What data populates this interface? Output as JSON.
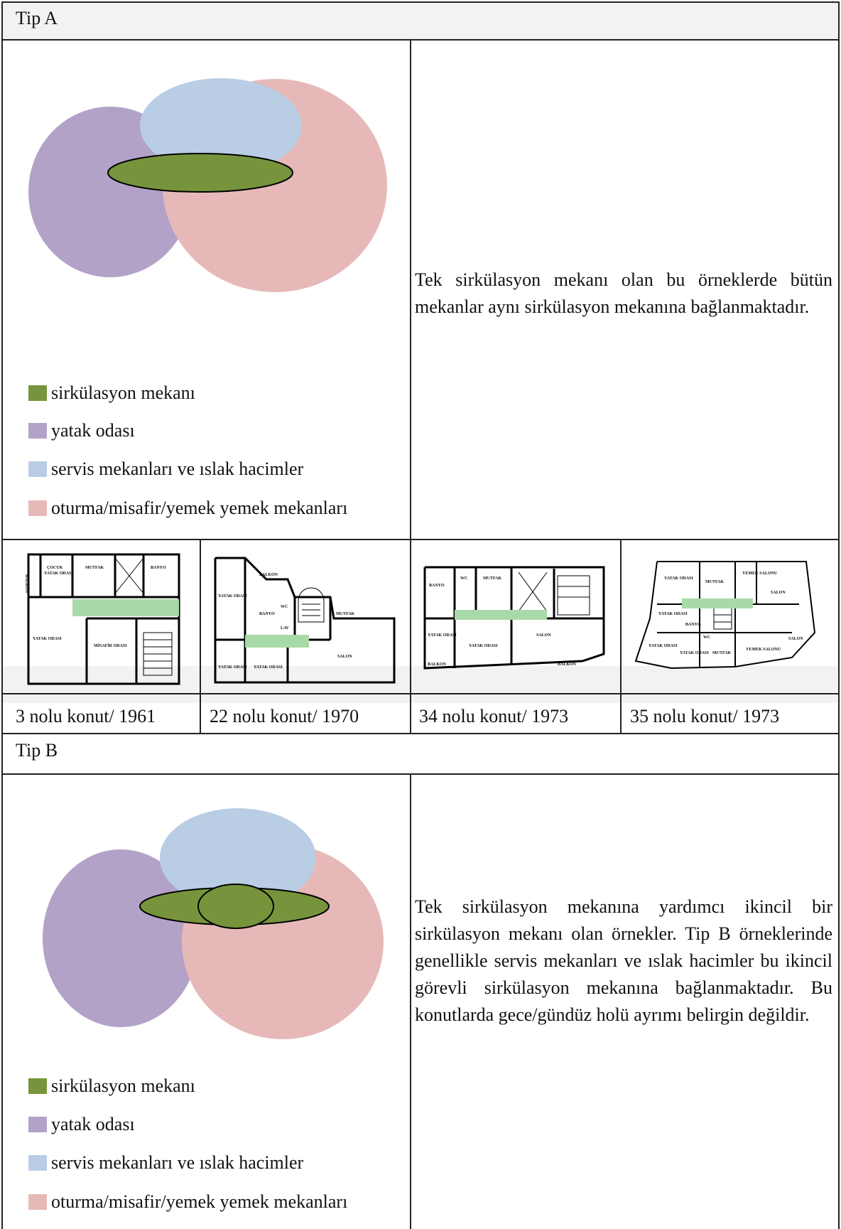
{
  "colors": {
    "circulation": "#77943c",
    "bedroom": "#b3a2c7",
    "service": "#b9cde5",
    "living": "#e6b9b8",
    "plan_corridor": "#a8d9a8"
  },
  "tip_a": {
    "header": "Tip A",
    "description": "Tek sirkülasyon mekanı olan bu örneklerde bütün mekanlar aynı sirkülasyon mekanına bağlanmaktadır.",
    "legend": [
      {
        "key": "circulation",
        "label": "sirkülasyon mekanı"
      },
      {
        "key": "bedroom",
        "label": "yatak odası"
      },
      {
        "key": "service",
        "label": "servis mekanları ve ıslak hacimler"
      },
      {
        "key": "living",
        "label": "oturma/misafir/yemek yemek mekanları"
      }
    ],
    "examples": [
      {
        "caption": "3 nolu konut/ 1961"
      },
      {
        "caption": "22 nolu konut/ 1970"
      },
      {
        "caption": "34 nolu konut/ 1973"
      },
      {
        "caption": "35 nolu konut/ 1973"
      }
    ]
  },
  "tip_b": {
    "header": "Tip B",
    "description": "Tek sirkülasyon mekanına yardımcı ikincil bir sirkülasyon mekanı olan örnekler. Tip B örneklerinde genellikle servis mekanları ve ıslak hacimler bu ikincil görevli sirkülasyon mekanına bağlanmaktadır. Bu konutlarda gece/gündüz holü ayrımı belirgin değildir.",
    "legend": [
      {
        "key": "circulation",
        "label": "sirkülasyon mekanı"
      },
      {
        "key": "bedroom",
        "label": "yatak odası"
      },
      {
        "key": "service",
        "label": "servis mekanları ve ıslak hacimler"
      },
      {
        "key": "living",
        "label": "oturma/misafir/yemek yemek mekanları"
      }
    ]
  },
  "plans": {
    "p1": {
      "cocuk": "ÇOCUK",
      "cocuk2": "YATAK ODASI",
      "mutfak": "MUTFAK",
      "banyo": "BANYO",
      "balkon": "BALKON",
      "yatak": "YATAK ODASI",
      "misafir": "MİSAFİR ODASI"
    },
    "p2": {
      "balkon": "BALKON",
      "yatak": "YATAK ODASI",
      "banyo": "BANYO",
      "wc": "WC",
      "lav": "LAV",
      "mutfak": "MUTFAK",
      "yatak2": "YATAK ODASI",
      "yatak3": "YATAK ODASI",
      "salon": "SALON"
    },
    "p3": {
      "banyo": "BANYO",
      "wc": "WC",
      "mutfak": "MUTFAK",
      "yatak": "YATAK ODASI",
      "yatak2": "YATAK ODASI",
      "salon": "SALON",
      "balkon": "BALKON",
      "balkon2": "BALKON"
    },
    "p4": {
      "yatak": "YATAK ODASI",
      "mutfak": "MUTFAK",
      "yemek": "YEMEK SALONU",
      "salon": "SALON",
      "yatak2": "YATAK ODASI",
      "banyo": "BANYO",
      "yatak3": "YATAK ODASI",
      "wc": "WC",
      "yatak4": "YATAK ODASI",
      "mutfak2": "MUTFAK",
      "yemek2": "YEMEK SALONU",
      "salon2": "SALON"
    }
  }
}
